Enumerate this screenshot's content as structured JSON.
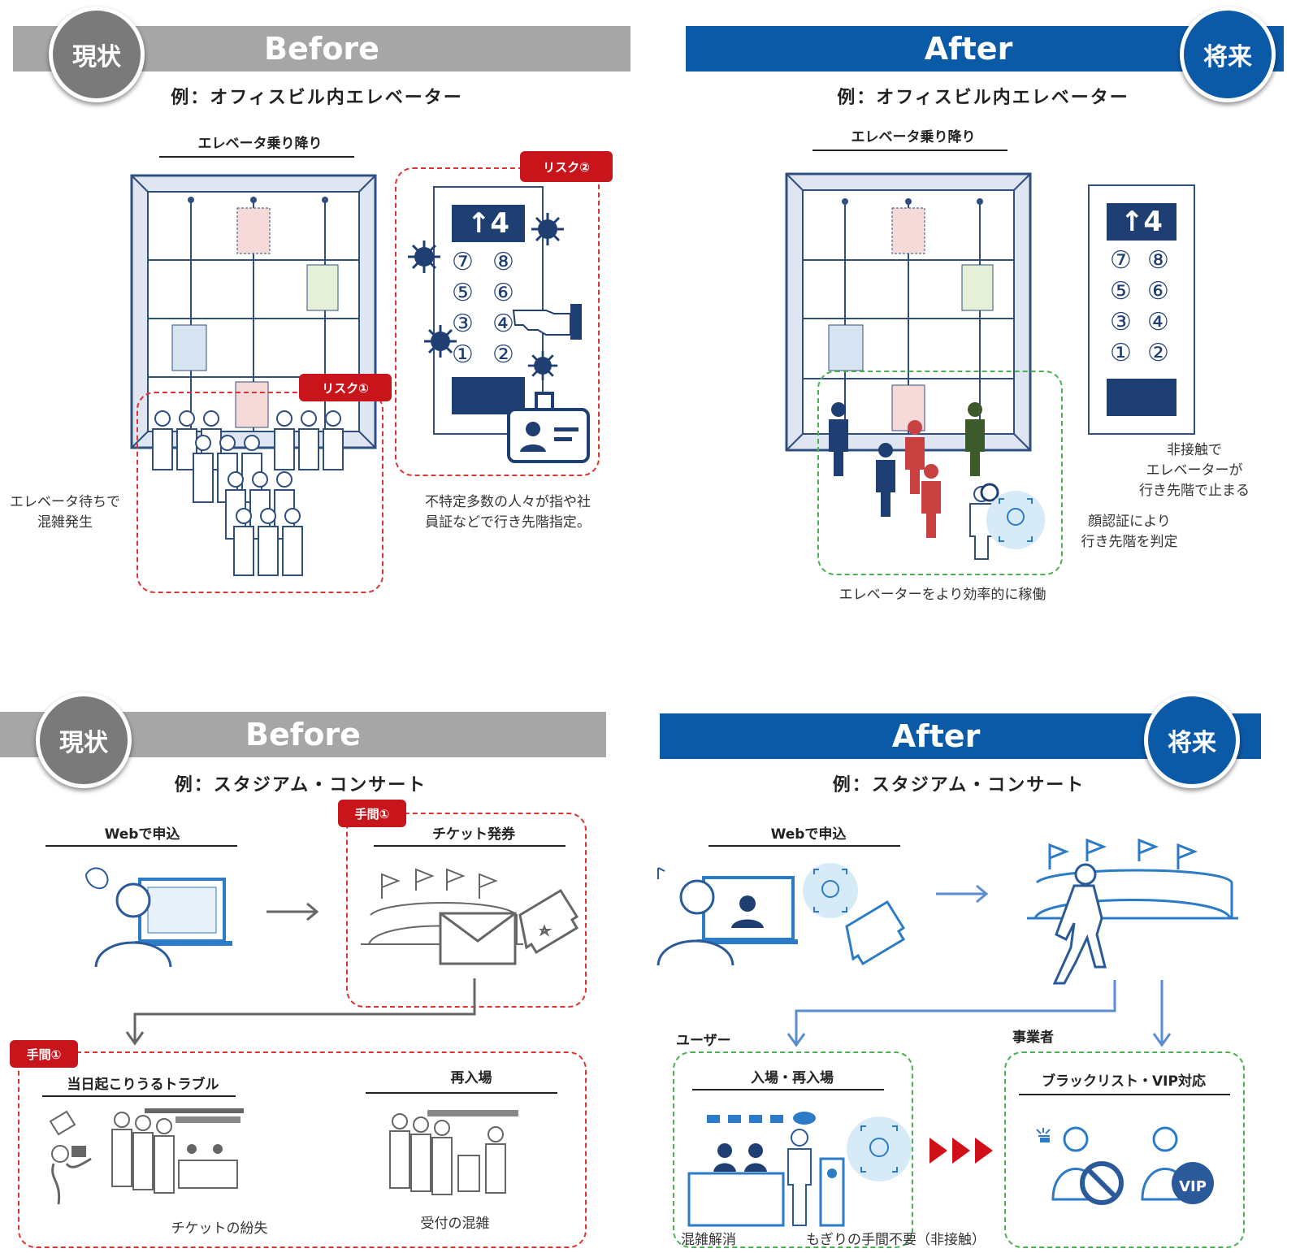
{
  "top_before": {
    "badge": "現状",
    "bar": "Before",
    "subtitle": "例：オフィスビル内エレベーター",
    "section_title": "エレベータ乗り降り",
    "risk1": "リスク①",
    "risk2": "リスク②",
    "panel_display": "↑4",
    "buttons": [
      "⑦",
      "⑧",
      "⑤",
      "⑥",
      "③",
      "④",
      "①",
      "②"
    ],
    "caption_left": [
      "エレベータ待ちで",
      "混雑発生"
    ],
    "caption_right": [
      "不特定多数の人々が指や社",
      "員証などで行き先階指定。"
    ]
  },
  "top_after": {
    "badge": "将来",
    "bar": "After",
    "subtitle": "例：オフィスビル内エレベーター",
    "section_title": "エレベータ乗り降り",
    "panel_display": "↑4",
    "buttons": [
      "⑦",
      "⑧",
      "⑤",
      "⑥",
      "③",
      "④",
      "①",
      "②"
    ],
    "caption_right": [
      "非接触で",
      "エレベーターが",
      "行き先階で止まる"
    ],
    "caption_face": [
      "顔認証により",
      "行き先階を判定"
    ],
    "caption_bottom": "エレベーターをより効率的に稼働"
  },
  "bottom_before": {
    "badge": "現状",
    "bar": "Before",
    "subtitle": "例：スタジアム・コンサート",
    "web_title": "Webで申込",
    "effort1_tag": "手間①",
    "ticket_title": "チケット発券",
    "effort2_tag": "手間①",
    "trouble_title": "当日起こりうるトラブル",
    "reentry_title": "再入場",
    "caption_lost": "チケットの紛失",
    "caption_crowd": "受付の混雑"
  },
  "bottom_after": {
    "badge": "将来",
    "bar": "After",
    "subtitle": "例：スタジアム・コンサート",
    "web_title": "Webで申込",
    "user_label": "ユーザー",
    "operator_label": "事業者",
    "entry_title": "入場・再入場",
    "blacklist_title": "ブラックリスト・VIP対応",
    "caption_crowd": "混雑解消",
    "caption_contactless": "もぎりの手間不要（非接触）",
    "vip": "VIP"
  }
}
